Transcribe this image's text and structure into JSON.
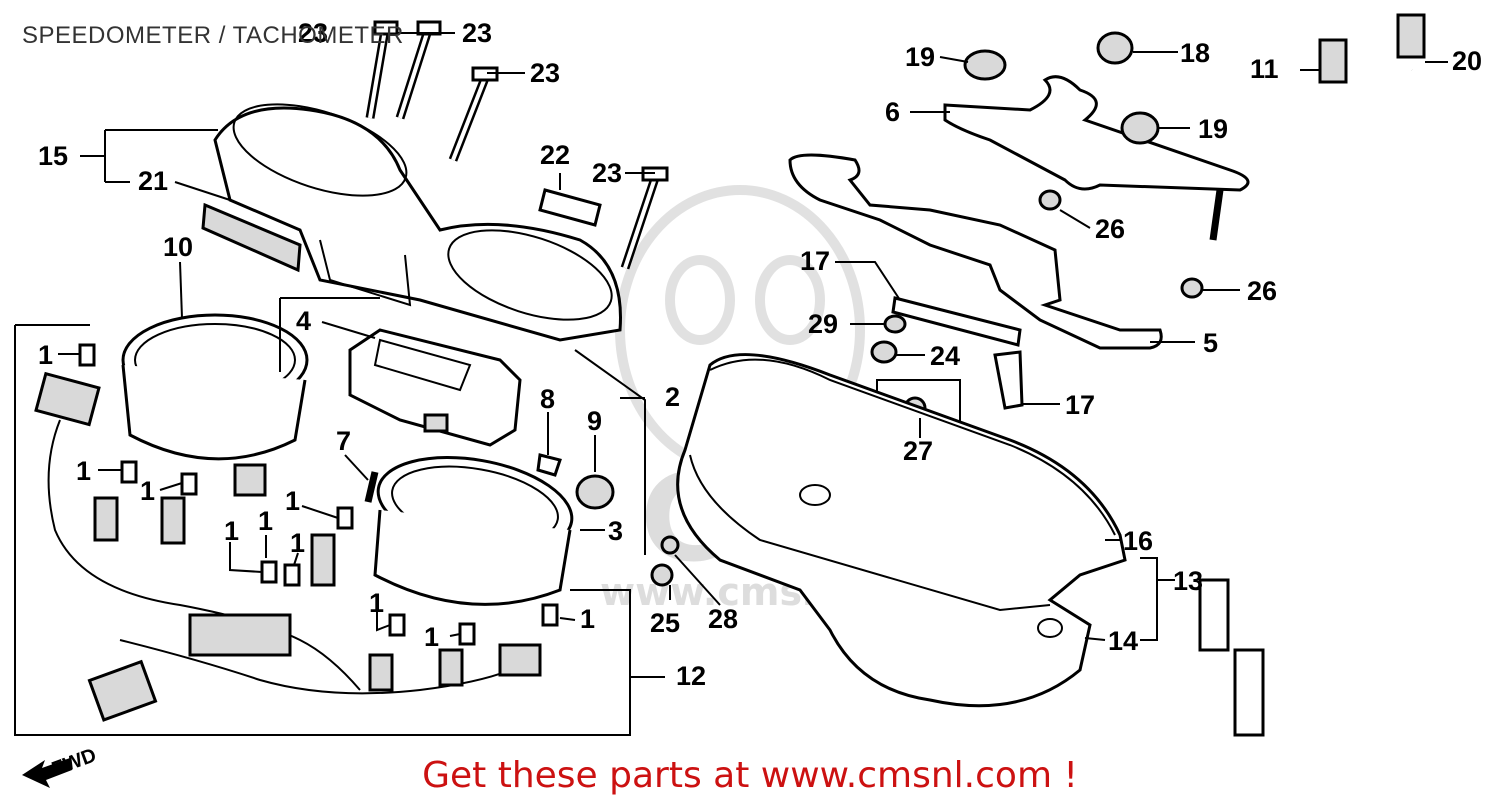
{
  "diagram": {
    "title": "SPEEDOMETER / TACHOMETER",
    "footer": {
      "prefix": "Get these parts at ",
      "link_text": "www.cmsnl.com",
      "suffix": " !"
    },
    "watermark": {
      "brand": "CMS",
      "url": "www.cmsnl.com"
    },
    "fwd_label": "FWD",
    "callouts": [
      {
        "id": "c23a",
        "text": "23"
      },
      {
        "id": "c23b",
        "text": "23"
      },
      {
        "id": "c23c",
        "text": "23"
      },
      {
        "id": "c23d",
        "text": "23"
      },
      {
        "id": "c15",
        "text": "15"
      },
      {
        "id": "c21",
        "text": "21"
      },
      {
        "id": "c22",
        "text": "22"
      },
      {
        "id": "c10",
        "text": "10"
      },
      {
        "id": "c4",
        "text": "4"
      },
      {
        "id": "c2",
        "text": "2"
      },
      {
        "id": "c8",
        "text": "8"
      },
      {
        "id": "c9",
        "text": "9"
      },
      {
        "id": "c7",
        "text": "7"
      },
      {
        "id": "c3",
        "text": "3"
      },
      {
        "id": "c12",
        "text": "12"
      },
      {
        "id": "c25",
        "text": "25"
      },
      {
        "id": "c28",
        "text": "28"
      },
      {
        "id": "c19a",
        "text": "19"
      },
      {
        "id": "c18",
        "text": "18"
      },
      {
        "id": "c6",
        "text": "6"
      },
      {
        "id": "c19b",
        "text": "19"
      },
      {
        "id": "c26a",
        "text": "26"
      },
      {
        "id": "c26b",
        "text": "26"
      },
      {
        "id": "c17a",
        "text": "17"
      },
      {
        "id": "c29",
        "text": "29"
      },
      {
        "id": "c24",
        "text": "24"
      },
      {
        "id": "c5",
        "text": "5"
      },
      {
        "id": "c17b",
        "text": "17"
      },
      {
        "id": "c27",
        "text": "27"
      },
      {
        "id": "c16",
        "text": "16"
      },
      {
        "id": "c13",
        "text": "13"
      },
      {
        "id": "c14",
        "text": "14"
      },
      {
        "id": "c11",
        "text": "11"
      },
      {
        "id": "c20",
        "text": "20"
      },
      {
        "id": "c1a",
        "text": "1"
      },
      {
        "id": "c1b",
        "text": "1"
      },
      {
        "id": "c1c",
        "text": "1"
      },
      {
        "id": "c1d",
        "text": "1"
      },
      {
        "id": "c1e",
        "text": "1"
      },
      {
        "id": "c1f",
        "text": "1"
      },
      {
        "id": "c1g",
        "text": "1"
      },
      {
        "id": "c1h",
        "text": "1"
      },
      {
        "id": "c1i",
        "text": "1"
      },
      {
        "id": "c1j",
        "text": "1"
      }
    ]
  }
}
